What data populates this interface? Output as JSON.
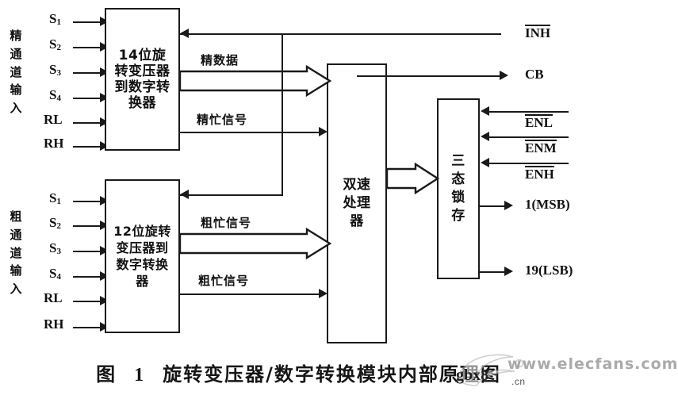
{
  "figure": {
    "caption_prefix": "图",
    "caption_number": "1",
    "caption_text": "旋转变压器/数字转换模块内部原理图"
  },
  "blocks": {
    "fine_converter": "14位旋转变压器到数字转换器",
    "coarse_converter": "12位旋转变压器到数字转换器",
    "processor": "双速处理器",
    "latch": "三态锁存"
  },
  "channels": {
    "fine_label": "精通道输入",
    "coarse_label": "粗通道输入",
    "input_pins": [
      {
        "name": "S",
        "sub": "1"
      },
      {
        "name": "S",
        "sub": "2"
      },
      {
        "name": "S",
        "sub": "3"
      },
      {
        "name": "S",
        "sub": "4"
      },
      {
        "name": "RL",
        "sub": ""
      },
      {
        "name": "RH",
        "sub": ""
      }
    ]
  },
  "bus_labels": {
    "fine_data": "精数据",
    "fine_busy": "精忙信号",
    "coarse_data": "粗忙信号",
    "coarse_busy": "粗忙信号"
  },
  "right_signals": {
    "inh": {
      "text": "INH",
      "overline": true,
      "direction": "in"
    },
    "cb": {
      "text": "CB",
      "overline": false,
      "direction": "out"
    },
    "enl": {
      "text": "ENL",
      "overline": true,
      "direction": "in"
    },
    "enm": {
      "text": "ENM",
      "overline": true,
      "direction": "in"
    },
    "enh": {
      "text": "ENH",
      "overline": true,
      "direction": "in"
    },
    "msb": {
      "text": "1(MSB)",
      "overline": false,
      "direction": "out"
    },
    "lsb": {
      "text": "19(LSB)",
      "overline": false,
      "direction": "out"
    }
  },
  "watermark": {
    "site": "gbx8",
    "tld": ".cn",
    "brand": "www.elecfans.com"
  },
  "colors": {
    "ink": "#1a1a1a",
    "paper": "#ffffff",
    "watermark_gray": "#8e8e8e"
  }
}
